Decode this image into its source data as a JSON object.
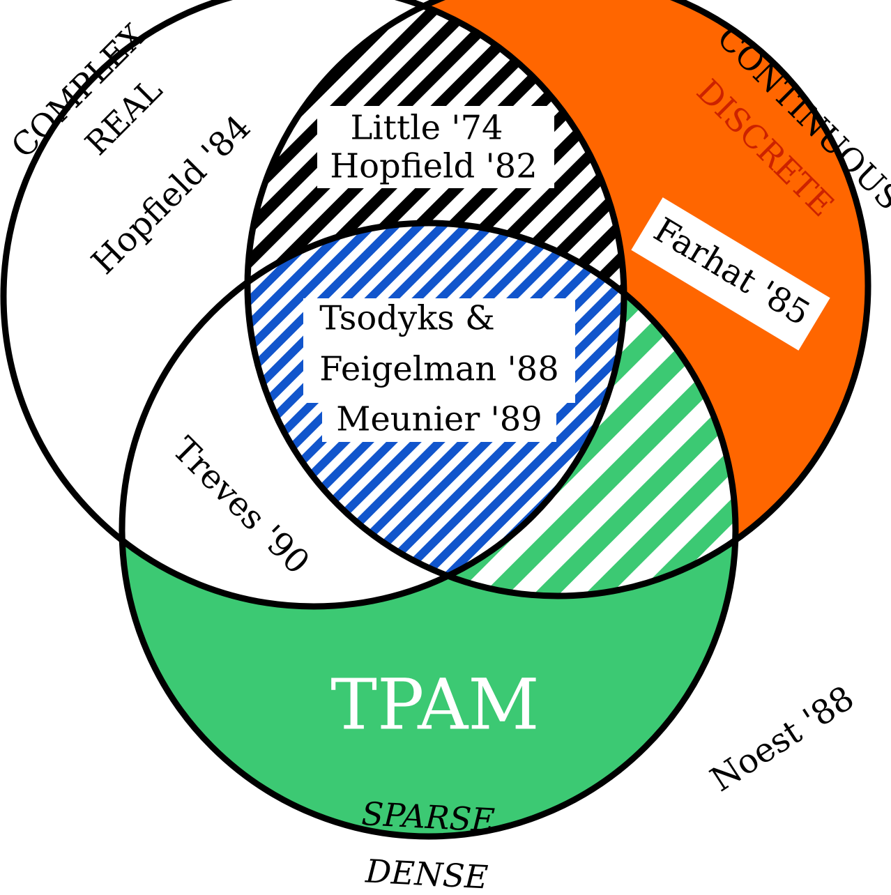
{
  "colors": {
    "continuous_fill": "#ff6600",
    "sparse_fill": "#3cc973",
    "triple_hatch": "#1155cc",
    "outline": "#000000",
    "discrete_text": "#cc2200",
    "tpam_text": "#ffffff"
  },
  "labels": {
    "complex": "COMPLEX",
    "real": "REAL",
    "continuous": "CONTINUOUS",
    "discrete": "DISCRETE",
    "sparse": "SPARSE",
    "dense": "DENSE",
    "tpam": "TPAM"
  },
  "papers": {
    "hopfield84": "Hopfield '84",
    "little74": "Little '74",
    "hopfield82": "Hopfield '82",
    "farhat85": "Farhat '85",
    "tsodyks1": "Tsodyks &",
    "tsodyks2": "Feigelman '88",
    "meunier89": "Meunier '89",
    "treves90": "Treves '90",
    "noest88": "Noest '88"
  }
}
